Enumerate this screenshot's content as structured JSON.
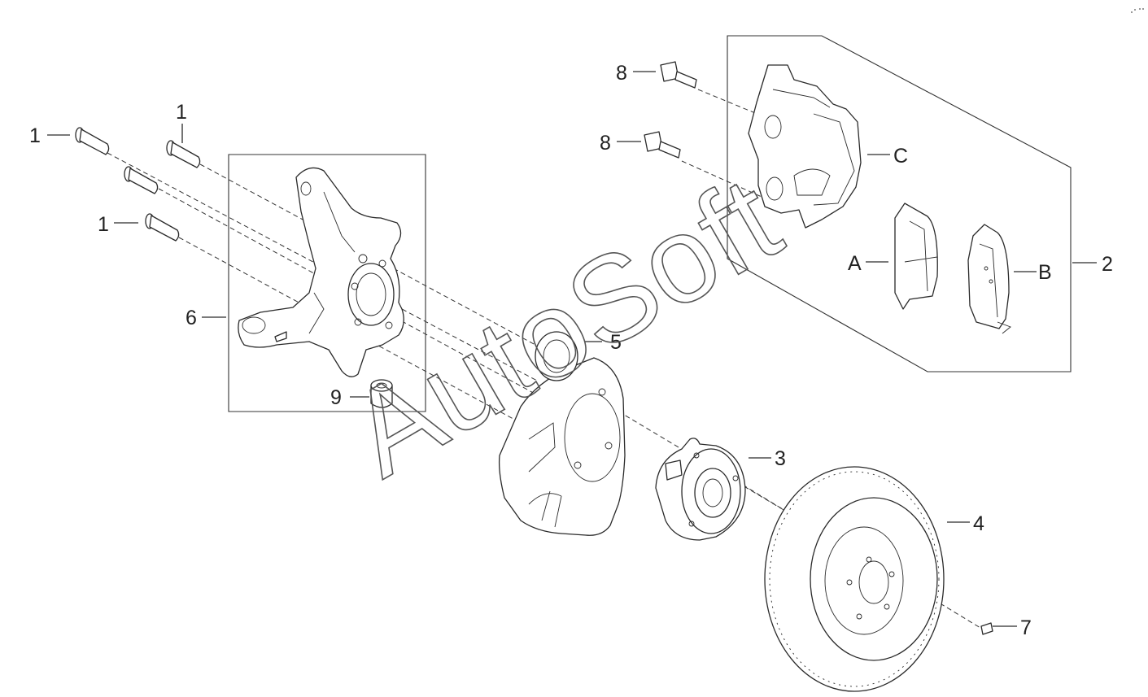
{
  "callouts": {
    "c1a": "1",
    "c1b": "1",
    "c1c": "1",
    "c2": "2",
    "c3": "3",
    "c4": "4",
    "c5": "5",
    "c6": "6",
    "c7": "7",
    "c8a": "8",
    "c8b": "8",
    "c9": "9",
    "cA": "A",
    "cB": "B",
    "cC": "C"
  },
  "watermark": {
    "text": "AutoSoft"
  },
  "colors": {
    "line": "#2a2a2a",
    "background": "#ffffff"
  }
}
